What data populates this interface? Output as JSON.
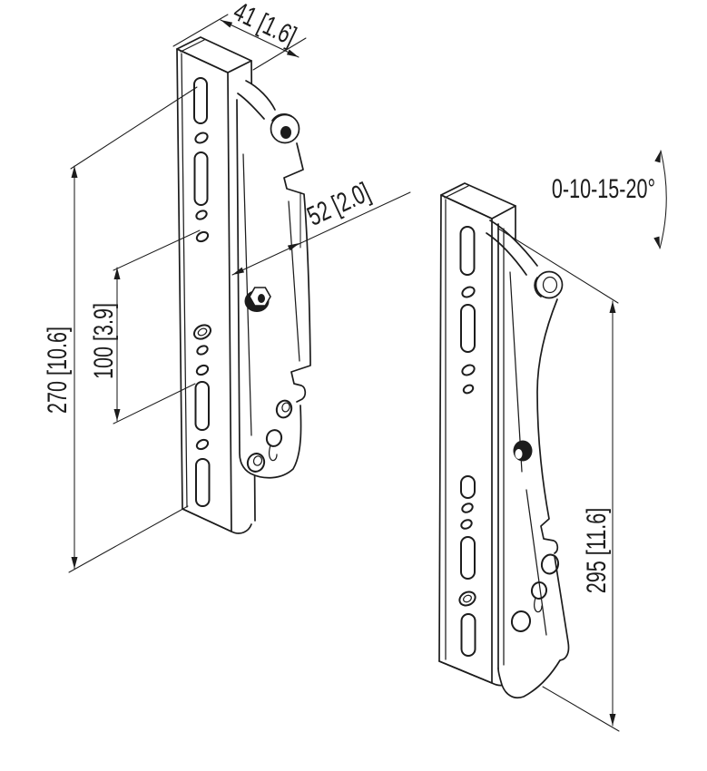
{
  "drawing": {
    "type": "technical-dimension-drawing",
    "subject": "tilting wall-mount bracket, closed and tilted views",
    "background_color": "#ffffff",
    "line_color": "#1c1c1c",
    "dimensions": {
      "top_width": "41 [1.6]",
      "depth": "52 [2.0]",
      "hole_spacing": "100 [3.9]",
      "height_closed": "270 [10.6]",
      "height_open": "295 [11.6]",
      "tilt_angles": "0-10-15-20°"
    }
  }
}
